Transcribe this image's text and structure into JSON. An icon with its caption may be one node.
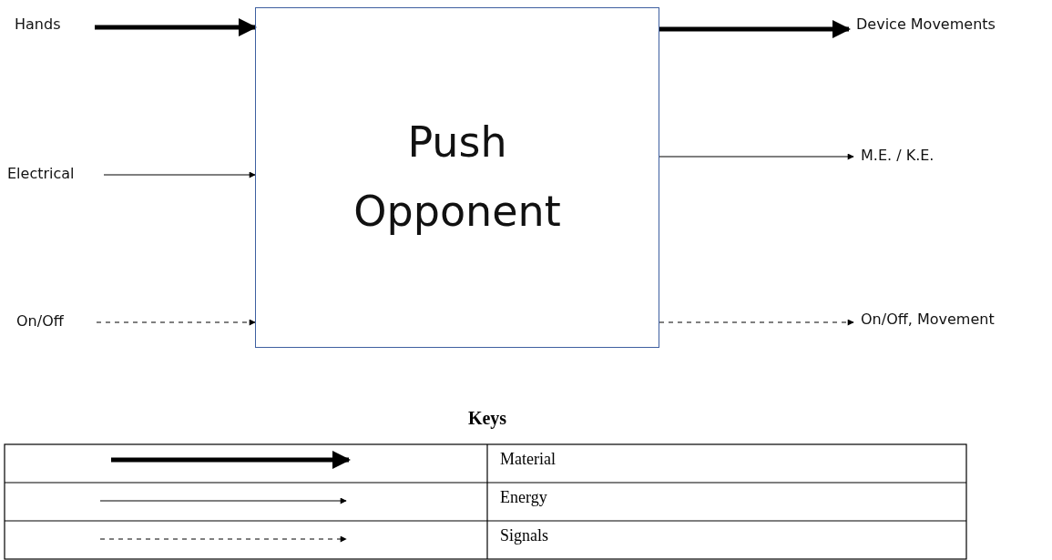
{
  "diagram": {
    "nodes": [
      {
        "text": [
          "Hands"
        ]
      },
      {
        "text": [
          "Electrical"
        ]
      },
      {
        "text": [
          "On/Off"
        ]
      },
      {
        "text": [
          "Push Opponent"
        ]
      },
      {
        "text": [
          "Device Movements"
        ]
      },
      {
        "text": [
          "M.E. / K.E."
        ]
      },
      {
        "text": [
          "On/Off, Movement"
        ]
      }
    ],
    "edges": [
      {
        "from": 0,
        "to": 3,
        "arrow": "to",
        "style": "thick"
      },
      {
        "from": 1,
        "to": 3,
        "arrow": "to"
      },
      {
        "from": 2,
        "to": 3,
        "arrow": "to",
        "style": "dashed"
      },
      {
        "from": 3,
        "to": 4,
        "arrow": "to",
        "style": "thick"
      },
      {
        "from": 3,
        "to": 5,
        "arrow": "to"
      },
      {
        "from": 3,
        "to": 6,
        "arrow": "to",
        "style": "dashed"
      }
    ],
    "labels": [
      "Keys"
    ],
    "legend": [
      {
        "text": "Material"
      },
      {
        "text": "Energy"
      },
      {
        "text": "Signals"
      }
    ]
  }
}
